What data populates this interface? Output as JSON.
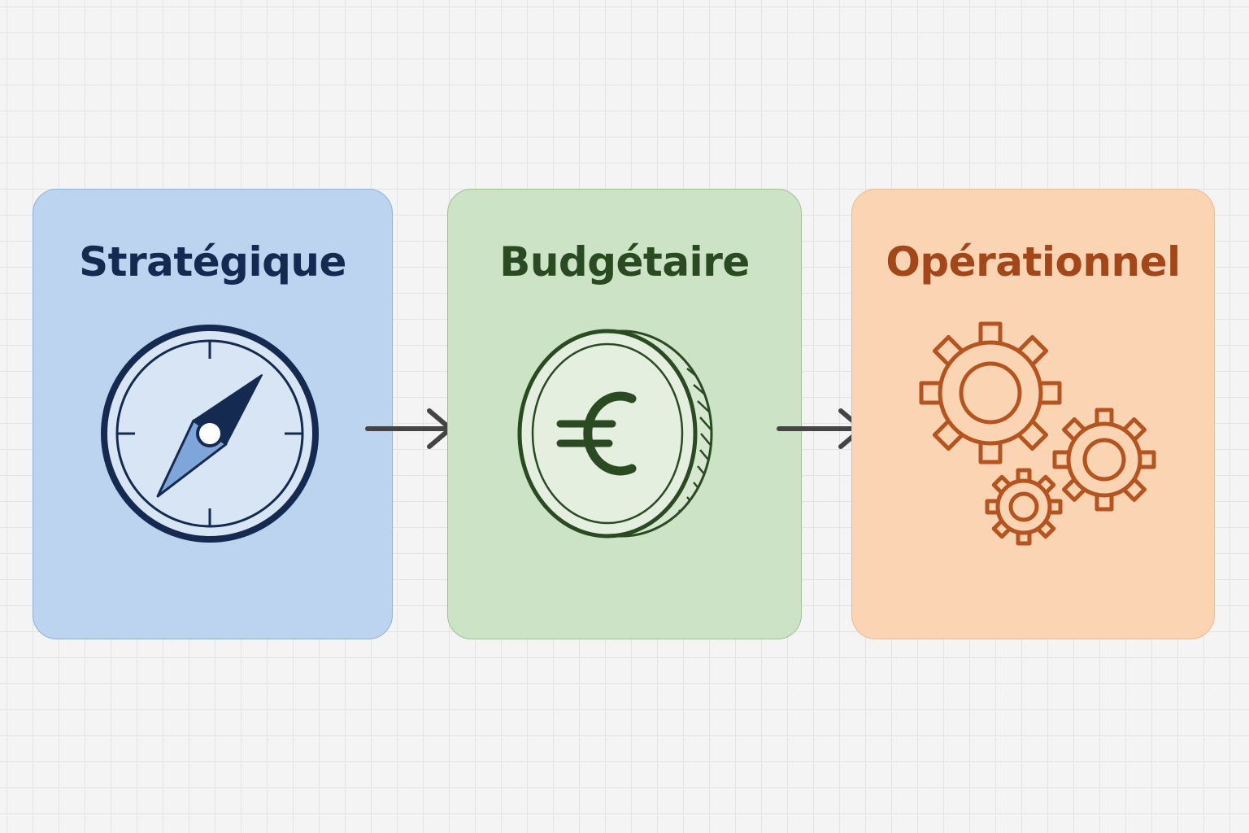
{
  "steps": [
    {
      "title": "Stratégique",
      "icon": "compass-icon",
      "fill": "#bcd4f0",
      "border": "#8fb0dc",
      "text_color": "#142a50"
    },
    {
      "title": "Budgétaire",
      "icon": "euro-coin-icon",
      "fill": "#cde3c6",
      "border": "#9fc295",
      "text_color": "#2a4a22"
    },
    {
      "title": "Opérationnel",
      "icon": "gears-icon",
      "fill": "#fbd4b4",
      "border": "#f2b88e",
      "text_color": "#a3461a"
    }
  ],
  "connectors": [
    "arrow-right-icon",
    "arrow-right-icon"
  ]
}
